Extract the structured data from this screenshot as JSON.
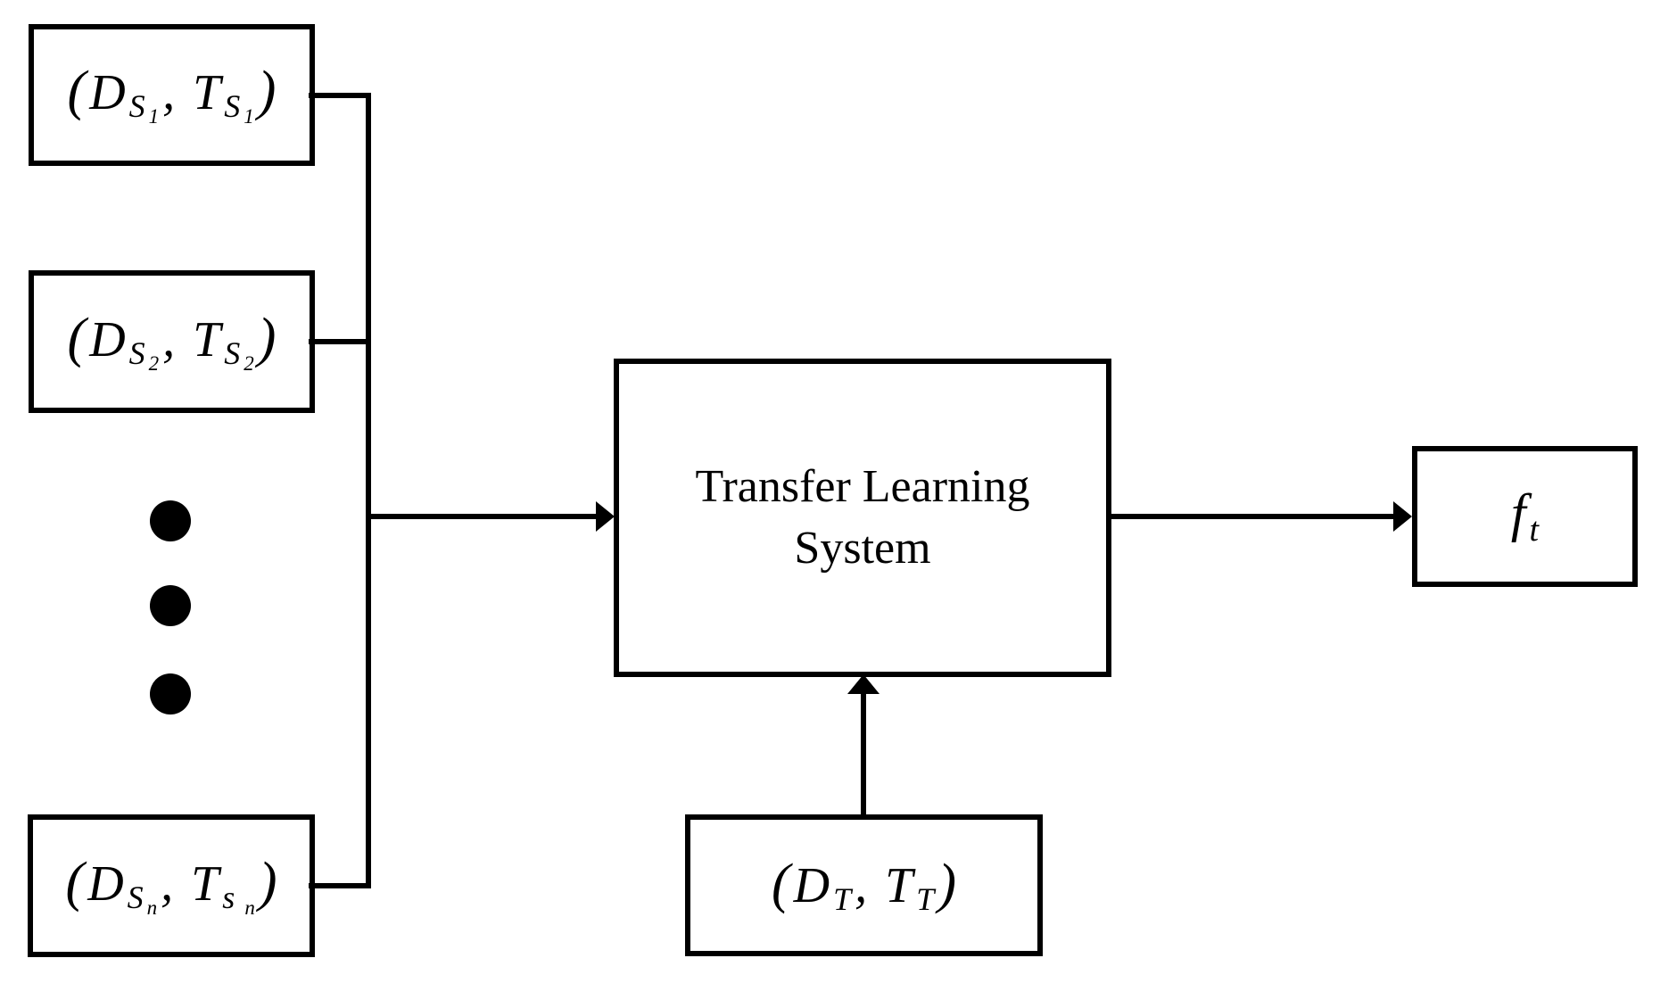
{
  "diagram": {
    "background_color": "#ffffff",
    "stroke_color": "#000000",
    "nodes": {
      "source_1": {
        "paren_open": "(",
        "var1": "D",
        "var1_sub": "S",
        "var1_subsub": "1",
        "separator": ",",
        "var2": "T",
        "var2_sub": "S",
        "var2_subsub": "1",
        "paren_close": ")",
        "label_text": "(DS1, TS1)"
      },
      "source_2": {
        "paren_open": "(",
        "var1": "D",
        "var1_sub": "S",
        "var1_subsub": "2",
        "separator": ",",
        "var2": "T",
        "var2_sub": "S",
        "var2_subsub": "2",
        "paren_close": ")",
        "label_text": "(DS2, TS2)"
      },
      "source_n": {
        "paren_open": "(",
        "var1": "D",
        "var1_sub": "S",
        "var1_subsub": "n",
        "separator": ",",
        "var2": "T",
        "var2_sub": "s",
        "var2_subsub": "n",
        "paren_close": ")",
        "label_text": "(DSn, Tsn)"
      },
      "system": {
        "line1": "Transfer Learning",
        "line2": "System",
        "label_text": "Transfer Learning System"
      },
      "target": {
        "paren_open": "(",
        "var1": "D",
        "var1_sub": "T",
        "separator": ",",
        "var2": "T",
        "var2_sub": "T",
        "paren_close": ")",
        "label_text": "(DT, TT)"
      },
      "output": {
        "var": "f",
        "var_sub": "t",
        "label_text": "ft"
      }
    },
    "ellipsis_dot_count": 3
  }
}
